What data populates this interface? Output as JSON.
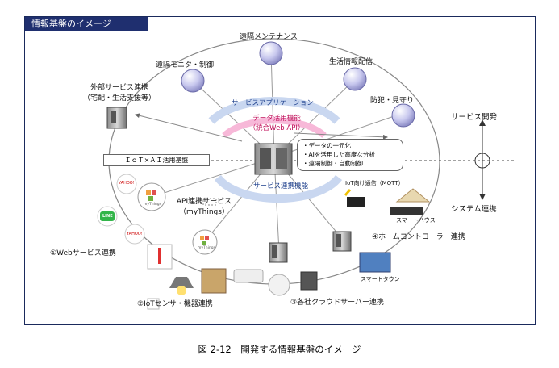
{
  "title": "情報基盤のイメージ",
  "caption": "図 2-12　開発する情報基盤のイメージ",
  "services": {
    "remote_monitor": "遠隔モニタ・制御",
    "remote_maintenance": "遠隔メンテナンス",
    "life_info": "生活情報配信",
    "security": "防犯・見守り",
    "external_line1": "外部サービス連携",
    "external_line2": "（宅配・生活支援等）"
  },
  "ring": {
    "service_app": "サービスアプリケーション",
    "service_link": "サービス連携機能",
    "data_line1": "データ活用機能",
    "data_line2": "（統合Web API）"
  },
  "iot_ai": "ＩｏＴ×ＡＩ活用基盤",
  "features": [
    "・データの一元化",
    "・AIを活用した高度な分析",
    "・遠隔制御・自動制御"
  ],
  "axis": {
    "top": "サービス開発",
    "bottom": "システム連携"
  },
  "api_service_line1": "API連携サービス",
  "api_service_line2": "（myThings）",
  "iot_link": "IoT向け通信（MQTT）",
  "smart_house": "スマートハウス",
  "smart_town": "スマートタウン",
  "numbered": {
    "web": "①Webサービス連携",
    "iot": "②IoTセンサ・機器連携",
    "cloud": "③各社クラウドサーバー連携",
    "home": "④ホームコントローラー連携"
  },
  "logos": {
    "yahoo": "YAHOO!",
    "line": "LINE",
    "mythings": "myThings"
  },
  "colors": {
    "navy": "#1f2f6f",
    "ring_blue": "#c9d7f0",
    "pink": "#f7b8d8",
    "sphere": "#c8c8ee"
  }
}
